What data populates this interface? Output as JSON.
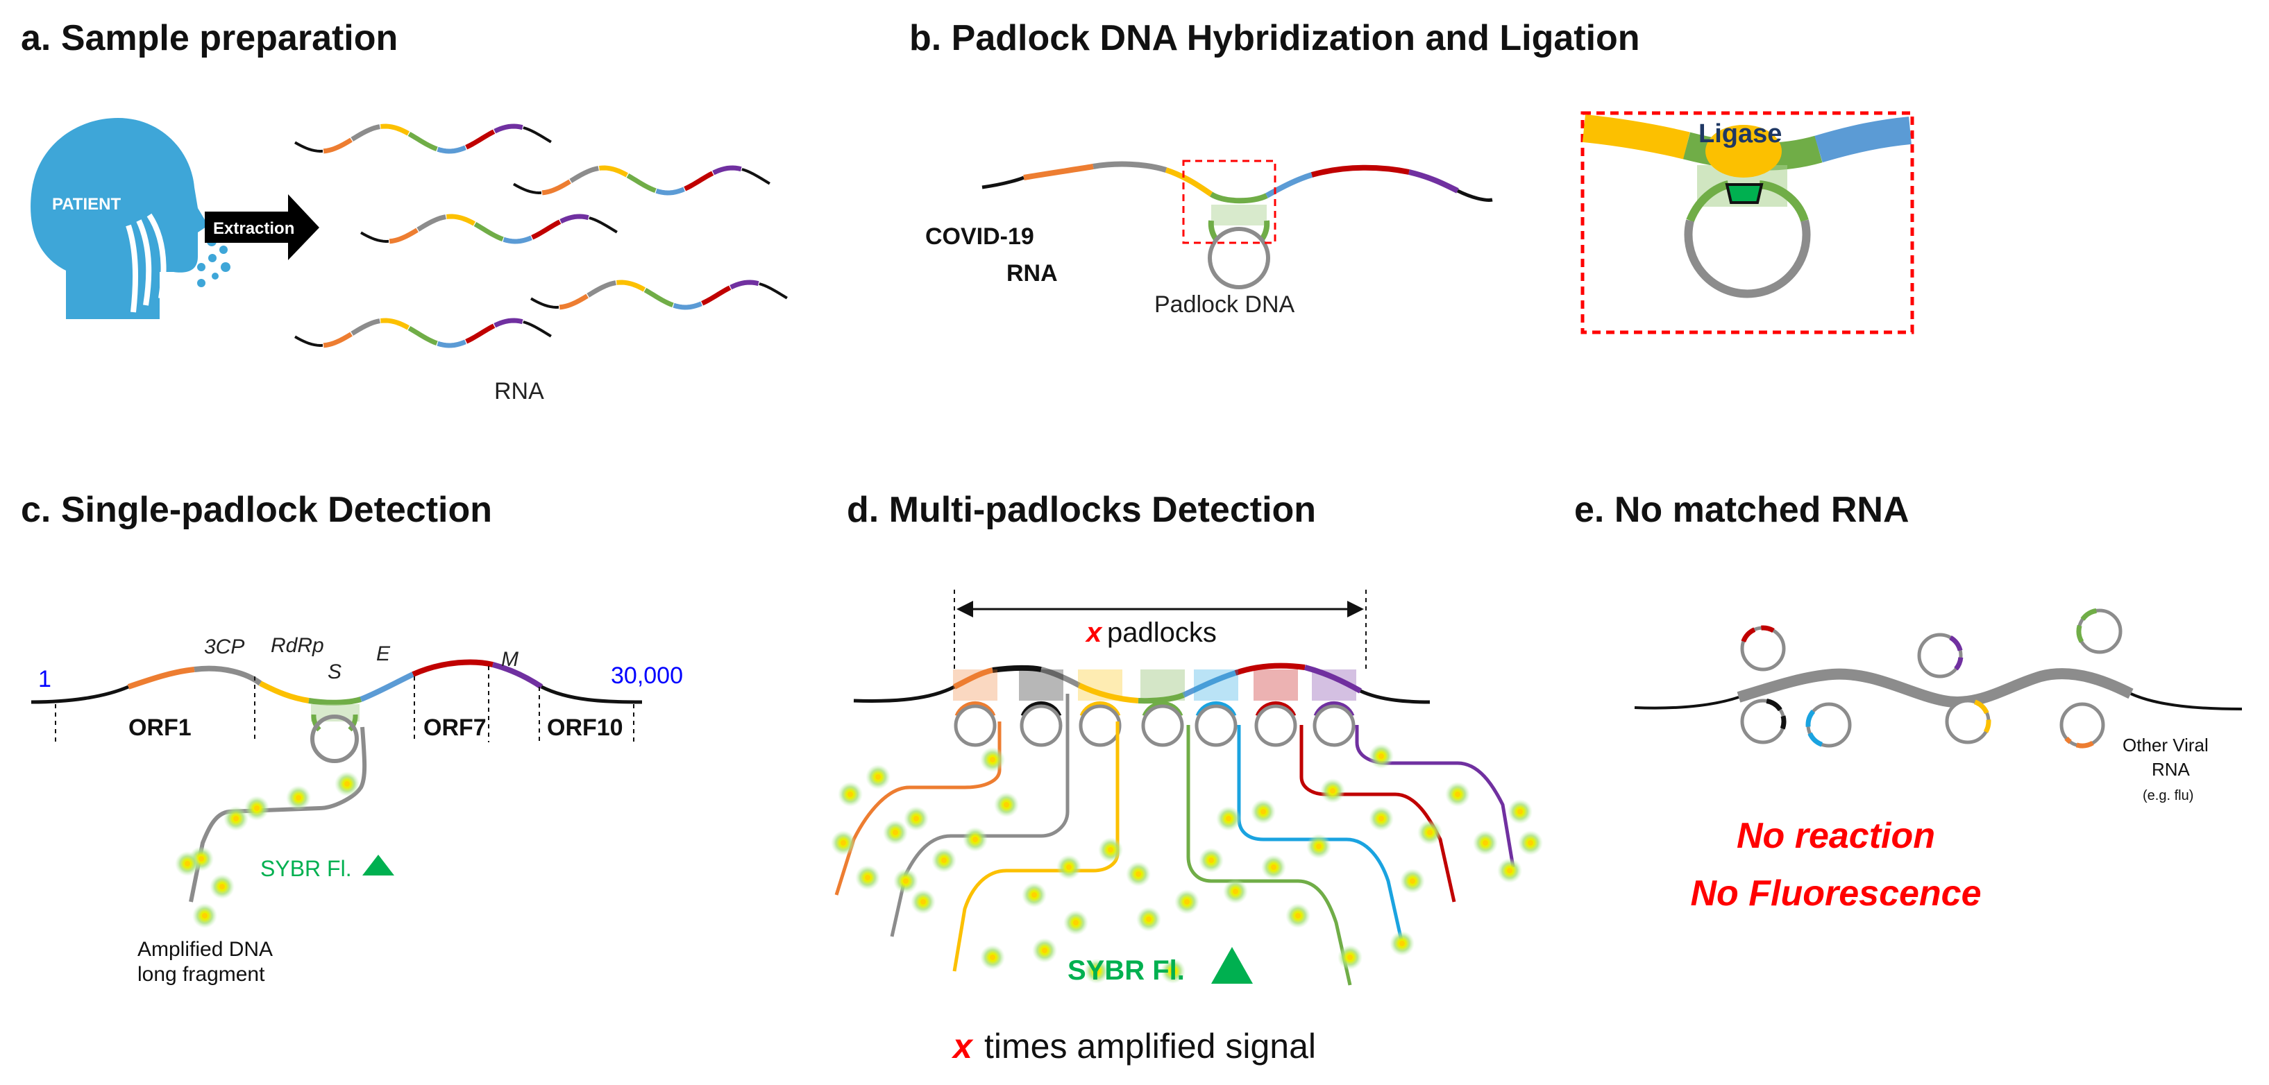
{
  "panels": {
    "a": {
      "title": "a. Sample preparation",
      "patient_label": "PATIENT",
      "arrow_label": "Extraction",
      "rna_label": "RNA"
    },
    "b": {
      "title": "b. Padlock DNA Hybridization and Ligation",
      "covid_label_1": "COVID-19",
      "covid_label_2": "RNA",
      "padlock_label": "Padlock DNA",
      "ligase_label": "Ligase"
    },
    "c": {
      "title": "c. Single-padlock Detection",
      "start_pos": "1",
      "end_pos": "30,000",
      "genes": [
        "3CP",
        "RdRp",
        "S",
        "E",
        "M"
      ],
      "orfs": [
        "ORF1",
        "ORF7",
        "ORF10"
      ],
      "sybr_label": "SYBR Fl.",
      "amplified_1": "Amplified DNA",
      "amplified_2": "long fragment"
    },
    "d": {
      "title": "d. Multi-padlocks Detection",
      "x_symbol": "x",
      "padlocks_label": "padlocks",
      "sybr_label": "SYBR Fl.",
      "signal_label": "times amplified signal"
    },
    "e": {
      "title": "e. No matched RNA",
      "other_1": "Other Viral",
      "other_2": "RNA",
      "other_3": "(e.g. flu)",
      "no_reaction": "No reaction",
      "no_fluorescence": "No Fluorescence"
    }
  },
  "colors": {
    "orange": "#ed7d31",
    "gray": "#8c8c8c",
    "yellow": "#fcc000",
    "green": "#70ad47",
    "blue": "#5b9bd5",
    "cyan": "#1aa3e0",
    "red": "#c00000",
    "purple": "#7030a0",
    "black": "#111111",
    "patient": "#3ea6d8",
    "accent_red": "#ff0000",
    "sybr_green": "#00b050",
    "pos_blue": "#0000ff"
  }
}
